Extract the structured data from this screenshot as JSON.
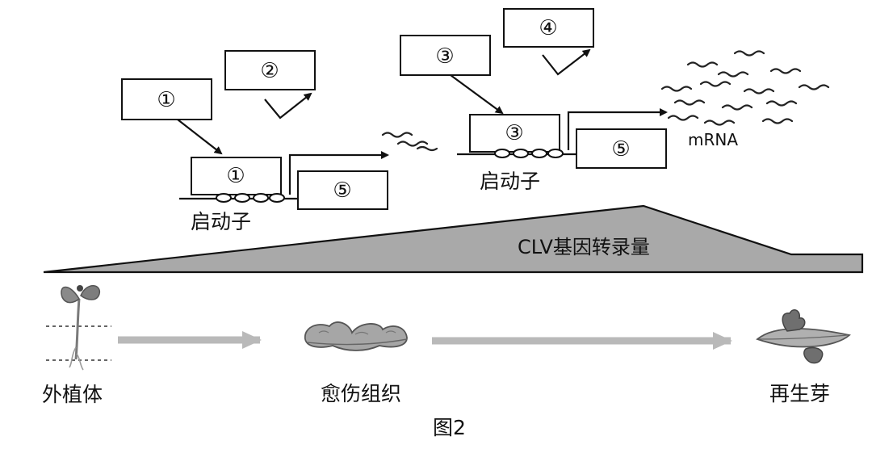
{
  "left_unit": {
    "gene_box": "①",
    "signal_box": "②",
    "promoter_box": "①",
    "downstream_box": "⑤",
    "promoter_label": "启动子"
  },
  "right_unit": {
    "gene_box": "③",
    "signal_box": "④",
    "promoter_box": "③",
    "downstream_box": "⑤",
    "promoter_label": "启动子",
    "mrna_label": "mRNA"
  },
  "ramp": {
    "label": "CLV基因转录量",
    "fill_color": "#a9a9a9"
  },
  "stages": [
    {
      "label": "外植体",
      "icon": "seedling-icon"
    },
    {
      "label": "愈伤组织",
      "icon": "callus-icon"
    },
    {
      "label": "再生芽",
      "icon": "regenerated-bud-icon"
    }
  ],
  "figure_caption": "图2"
}
